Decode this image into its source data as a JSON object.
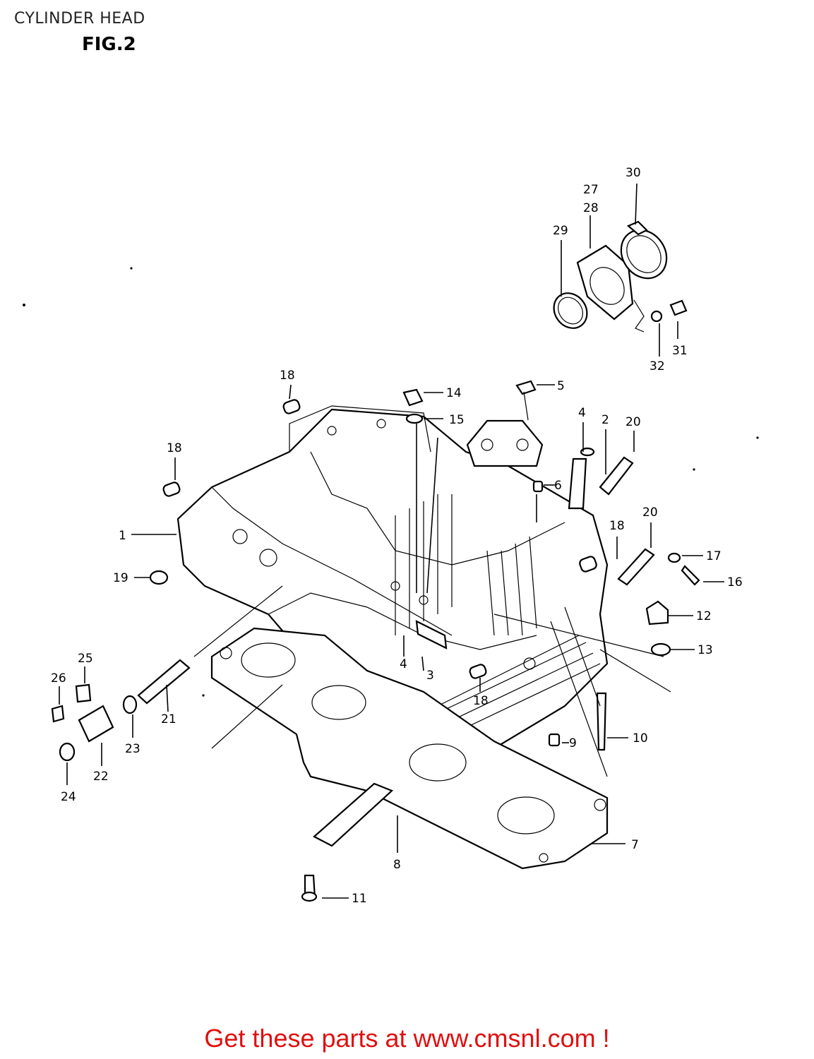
{
  "header": {
    "title": "CYLINDER HEAD",
    "figure": "FIG.2"
  },
  "callouts": {
    "c1": "1",
    "c2": "2",
    "c3": "3",
    "c4a": "4",
    "c4b": "4",
    "c5": "5",
    "c6": "6",
    "c7": "7",
    "c8": "8",
    "c9": "9",
    "c10": "10",
    "c11": "11",
    "c12": "12",
    "c13": "13",
    "c14": "14",
    "c15": "15",
    "c16": "16",
    "c17": "17",
    "c18a": "18",
    "c18b": "18",
    "c18c": "18",
    "c18d": "18",
    "c19": "19",
    "c20a": "20",
    "c20b": "20",
    "c21": "21",
    "c22": "22",
    "c23": "23",
    "c24": "24",
    "c25": "25",
    "c26": "26",
    "c27": "27",
    "c28": "28",
    "c29": "29",
    "c30": "30",
    "c31": "31",
    "c32": "32"
  },
  "footer": {
    "text": "Get these parts at www.cmsnl.com !",
    "color": "#e01010"
  }
}
